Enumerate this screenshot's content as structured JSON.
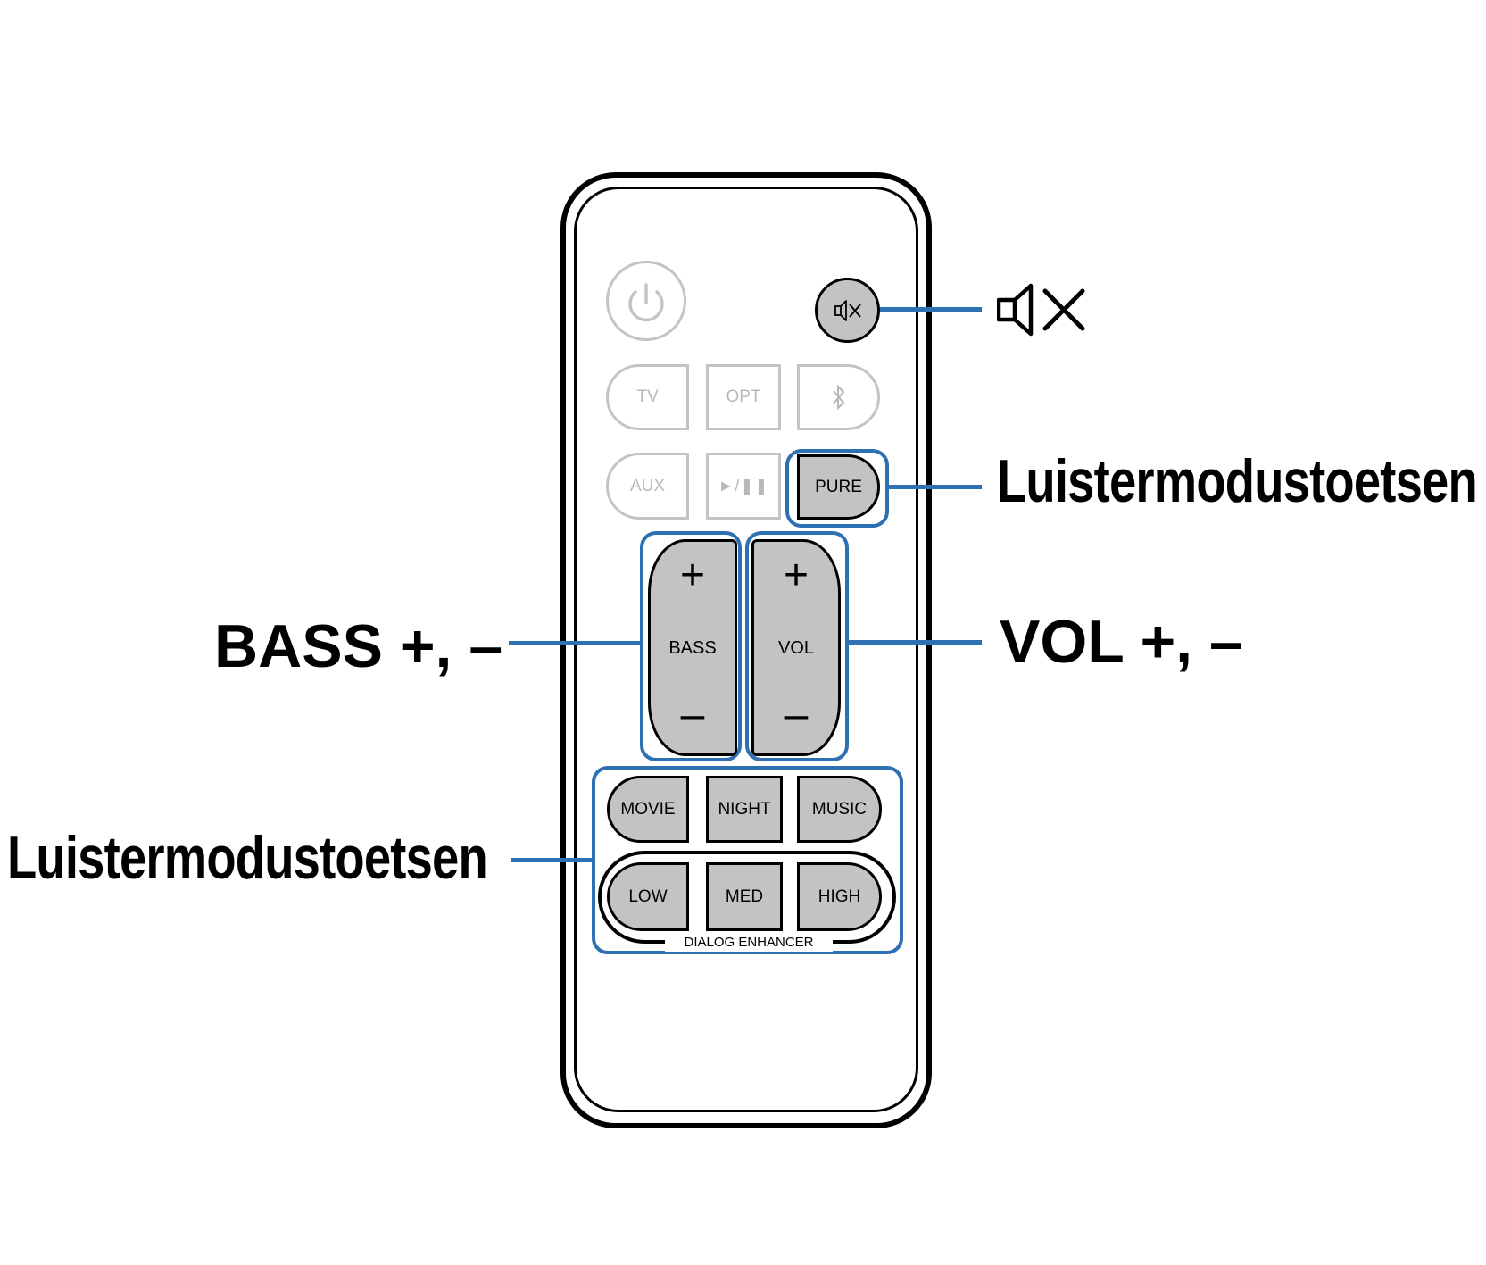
{
  "remote": {
    "buttons": {
      "power": {
        "icon": "power-icon"
      },
      "mute": {
        "icon": "mute-icon"
      },
      "tv": "TV",
      "opt": "OPT",
      "bluetooth": {
        "icon": "bluetooth-icon"
      },
      "aux": "AUX",
      "play_pause": "►/❚❚",
      "pure": "PURE",
      "bass": {
        "label": "BASS",
        "plus": "+",
        "minus": "–"
      },
      "vol": {
        "label": "VOL",
        "plus": "+",
        "minus": "–"
      },
      "movie": "MOVIE",
      "night": "NIGHT",
      "music": "MUSIC",
      "low": "LOW",
      "med": "MED",
      "high": "HIGH"
    },
    "dialog_enhancer_label": "DIALOG ENHANCER"
  },
  "callouts": {
    "mute": {
      "icon": "mute-icon"
    },
    "pure": "Luistermodustoetsen",
    "bass": "BASS +, –",
    "vol": "VOL +, –",
    "modes": "Luistermodustoetsen"
  },
  "colors": {
    "highlight": "#2e70b1",
    "active_button": "#c3c3c3",
    "inactive_outline": "#c4c4c4"
  }
}
